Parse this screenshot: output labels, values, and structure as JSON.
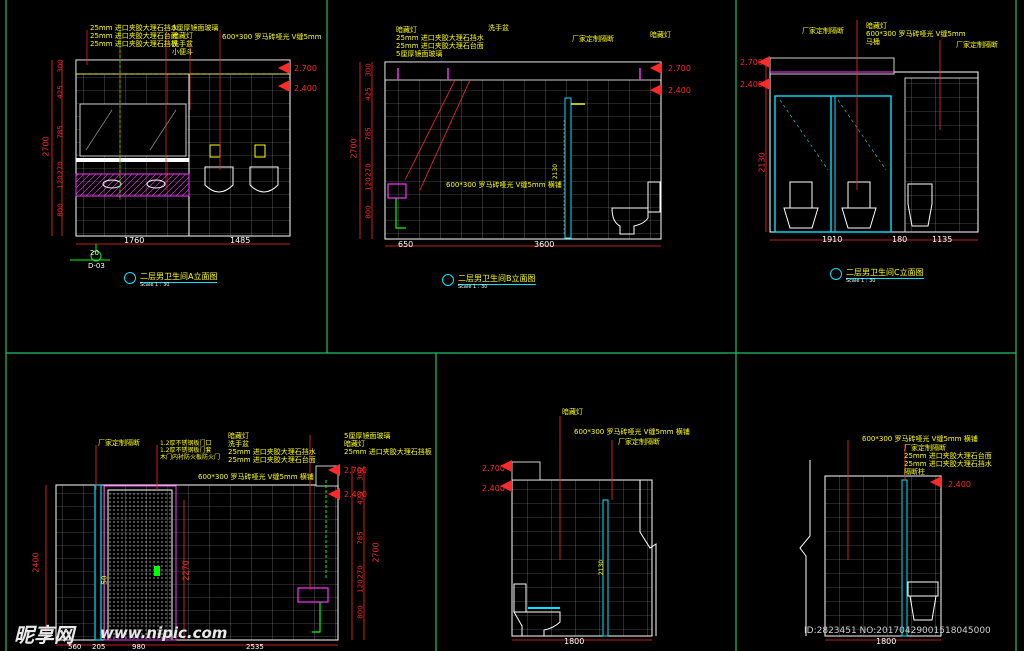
{
  "colors": {
    "background": "#000000",
    "frame": "#1fbf6a",
    "wall": "#ffffff",
    "grid": "#8a8a8a",
    "dimension": "#ff2a2a",
    "leader": "#ff2a2a",
    "annotation": "#ffff00",
    "fixture": "#00e5ff",
    "accent": "#ff33ff",
    "pipe": "#00ff00"
  },
  "views": [
    {
      "id": "A",
      "title": "二层男卫生间A立面图",
      "scale": "Scale 1 : 30",
      "notes": [
        "25mm 进口夹胶大理石挡水",
        "25mm 进口夹胶大理石台面",
        "25mm 进口夹胶大理石挡板",
        "5厘厚镜面玻璃",
        "暗藏灯",
        "600*300 罗马砖哑光 V缝5mm",
        "洗手盆",
        "小便斗"
      ],
      "levels": [
        "2.700",
        "2.400"
      ],
      "vertical_dims": [
        "300",
        "425",
        "785",
        "270",
        "120",
        "800",
        "2700"
      ],
      "horizontal_dims": [
        "1760",
        "1485"
      ],
      "callout_number": "20",
      "callout_sheet": "D-03"
    },
    {
      "id": "B",
      "title": "二层男卫生间B立面图",
      "scale": "Scale 1 : 30",
      "notes": [
        "暗藏灯",
        "25mm 进口夹胶大理石挡水",
        "25mm 进口夹胶大理石台面",
        "5厘厚镜面玻璃",
        "洗手盆",
        "厂家定制隔断",
        "暗藏灯",
        "600*300 罗马砖哑光 V缝5mm 横铺"
      ],
      "levels": [
        "2.700",
        "2.400"
      ],
      "vertical_dims": [
        "300",
        "425",
        "785",
        "270",
        "120",
        "800",
        "2700"
      ],
      "horizontal_dims": [
        "650",
        "3600"
      ],
      "side_label": "2130"
    },
    {
      "id": "C",
      "title": "二层男卫生间C立面图",
      "scale": "Scale 1 : 30",
      "notes": [
        "厂家定制隔断",
        "暗藏灯",
        "600*300 罗马砖哑光 V缝5mm",
        "马桶",
        "厂家定制隔断"
      ],
      "levels": [
        "2.700",
        "2.400"
      ],
      "vertical_dims": [
        "2130"
      ],
      "horizontal_dims": [
        "1910",
        "180",
        "1135"
      ]
    },
    {
      "id": "D",
      "notes_left": [
        "厂家定制隔断"
      ],
      "notes_mid": [
        "1.2厚不锈钢板门口",
        "1.2厚不锈钢板门套",
        "木门内衬防火板防火门"
      ],
      "notes_right": [
        "暗藏灯",
        "洗手盆",
        "25mm 进口夹胶大理石挡水",
        "25mm 进口夹胶大理石台面",
        "5厘厚镜面玻璃",
        "暗藏灯",
        "25mm 进口夹胶大理石挡板",
        "600*300 罗马砖哑光 V缝5mm 横铺"
      ],
      "levels": [
        "2.700",
        "2.400"
      ],
      "vertical_dims": [
        "300",
        "425",
        "785",
        "270",
        "120",
        "800",
        "2700"
      ],
      "left_dim": "2400",
      "door_dim": "2270",
      "door_tag": "50",
      "horizontal_dims": [
        "560",
        "205",
        "980",
        "2535"
      ]
    },
    {
      "id": "E",
      "notes": [
        "暗藏灯",
        "600*300 罗马砖哑光 V缝5mm 横铺",
        "厂家定制隔断"
      ],
      "levels": [
        "2.700",
        "2.400"
      ],
      "partition_dim": "2130",
      "horizontal_dims": [
        "1800"
      ]
    },
    {
      "id": "F",
      "notes": [
        "600*300 罗马砖哑光 V缝5mm 横铺",
        "厂家定制隔断",
        "25mm 进口夹胶大理石台面",
        "25mm 进口夹胶大理石挡水",
        "隔断柱"
      ],
      "levels": [
        "2.400"
      ],
      "horizontal_dims": [
        "1800"
      ]
    }
  ],
  "watermark": {
    "logo": "昵享网",
    "url": "www.nipic.com",
    "id_text": "ID:2823451 NO:20170429001518045000"
  }
}
